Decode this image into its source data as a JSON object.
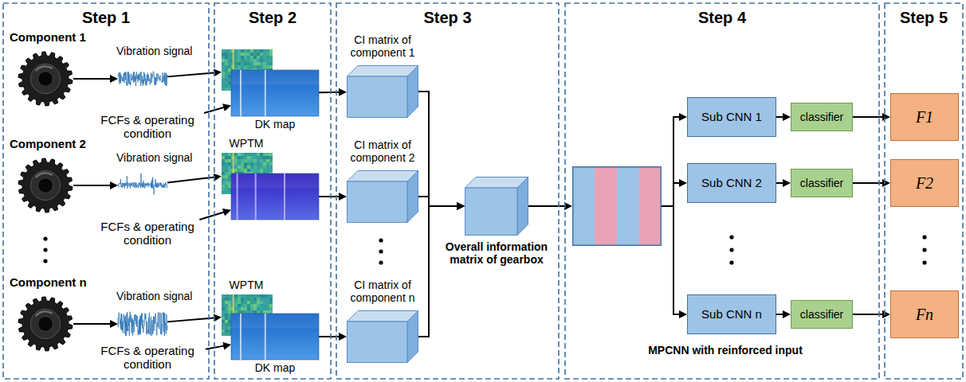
{
  "diagram": {
    "nodes": [
      {
        "text": [
          "Step 1"
        ]
      },
      {
        "text": [
          "Component 1"
        ],
        "in": 0
      },
      {
        "text": [
          "Vibration signal"
        ],
        "in": 0
      },
      {
        "text": [
          "FCFs & operating condition"
        ],
        "in": 0
      },
      {
        "text": [
          "Component 2"
        ],
        "in": 0
      },
      {
        "text": [
          "Vibration signal"
        ],
        "in": 0
      },
      {
        "text": [
          "FCFs & operating condition"
        ],
        "in": 0
      },
      {
        "text": [
          "Component n"
        ],
        "in": 0
      },
      {
        "text": [
          "Vibration signal"
        ],
        "in": 0
      },
      {
        "text": [
          "FCFs & operating condition"
        ],
        "in": 0
      },
      {
        "text": [
          "Step 2"
        ]
      },
      {
        "text": [
          "DK map"
        ],
        "in": 10
      },
      {
        "text": [
          "WPTM"
        ],
        "in": 10
      },
      {
        "text": [
          "WPTM",
          "DK map"
        ],
        "in": 10
      },
      {
        "text": [
          "Step 3"
        ]
      },
      {
        "text": [
          "CI matrix of component 1"
        ],
        "in": 14
      },
      {
        "text": [
          "CI matrix of component 2"
        ],
        "in": 14
      },
      {
        "text": [
          "CI matrix of component n"
        ],
        "in": 14
      },
      {
        "text": [
          "Overall information matrix of gearbox"
        ],
        "in": 14
      },
      {
        "text": [
          "Step 4"
        ]
      },
      {
        "text": [],
        "in": 19
      },
      {
        "text": [
          "Sub CNN 1"
        ],
        "in": 19
      },
      {
        "text": [
          "classifier"
        ],
        "in": 19
      },
      {
        "text": [
          "Sub CNN 2"
        ],
        "in": 19
      },
      {
        "text": [
          "classifier"
        ],
        "in": 19
      },
      {
        "text": [
          "Sub CNN n"
        ],
        "in": 19
      },
      {
        "text": [
          "classifier"
        ],
        "in": 19
      },
      {
        "text": [
          "Step 5"
        ]
      },
      {
        "text": [
          "F1"
        ],
        "in": 27
      },
      {
        "text": [
          "F2"
        ],
        "in": 27
      },
      {
        "text": [
          "Fn"
        ],
        "in": 27
      }
    ],
    "edges": [
      {
        "from": 1,
        "to": 2,
        "arrow": "to"
      },
      {
        "from": 2,
        "to": 11,
        "arrow": "to"
      },
      {
        "from": 3,
        "to": 11,
        "arrow": "to"
      },
      {
        "from": 4,
        "to": 5,
        "arrow": "to"
      },
      {
        "from": 5,
        "to": 12,
        "arrow": "to"
      },
      {
        "from": 6,
        "to": 12,
        "arrow": "to"
      },
      {
        "from": 7,
        "to": 8,
        "arrow": "to"
      },
      {
        "from": 8,
        "to": 13,
        "arrow": "to"
      },
      {
        "from": 9,
        "to": 13,
        "arrow": "to"
      },
      {
        "from": 11,
        "to": 15,
        "arrow": "to"
      },
      {
        "from": 12,
        "to": 16,
        "arrow": "to"
      },
      {
        "from": 13,
        "to": 17,
        "arrow": "to"
      },
      {
        "from": 15,
        "to": 18,
        "arrow": "to"
      },
      {
        "from": 16,
        "to": 18,
        "arrow": "to"
      },
      {
        "from": 17,
        "to": 18,
        "arrow": "to"
      },
      {
        "from": 18,
        "to": 20,
        "arrow": "to"
      },
      {
        "from": 20,
        "to": 21,
        "arrow": "to"
      },
      {
        "from": 20,
        "to": 23,
        "arrow": "to"
      },
      {
        "from": 20,
        "to": 25,
        "arrow": "to"
      },
      {
        "from": 21,
        "to": 22,
        "arrow": "to"
      },
      {
        "from": 23,
        "to": 24,
        "arrow": "to"
      },
      {
        "from": 25,
        "to": 26,
        "arrow": "to"
      },
      {
        "from": 22,
        "to": 28,
        "arrow": "to"
      },
      {
        "from": 24,
        "to": 29,
        "arrow": "to"
      },
      {
        "from": 26,
        "to": 30,
        "arrow": "to"
      }
    ],
    "labels": [
      "MPCNN with reinforced input"
    ]
  }
}
